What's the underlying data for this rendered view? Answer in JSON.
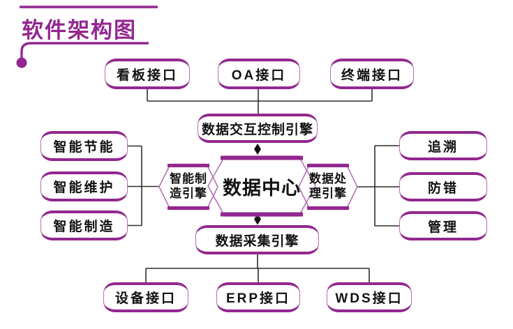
{
  "title": "软件架构图",
  "colors": {
    "purple": "#92278f",
    "light_purple": "#b472b2",
    "connector": "#2d2d2d",
    "arrow_black": "#111111",
    "text": "#111111"
  },
  "top_interfaces": [
    {
      "label": "看板接口"
    },
    {
      "label": "OA接口"
    },
    {
      "label": "终端接口"
    }
  ],
  "engines": {
    "interaction_control": "数据交互控制引擎",
    "data_collection": "数据采集引擎",
    "smart_manufacturing": {
      "line1": "智能制",
      "line2": "造引擎"
    },
    "data_processing": {
      "line1": "数据处",
      "line2": "理引擎"
    }
  },
  "data_center": "数据中心",
  "left_modules": [
    {
      "label": "智能节能"
    },
    {
      "label": "智能维护"
    },
    {
      "label": "智能制造"
    }
  ],
  "right_modules": [
    {
      "label": "追溯"
    },
    {
      "label": "防错"
    },
    {
      "label": "管理"
    }
  ],
  "bottom_interfaces": [
    {
      "label": "设备接口"
    },
    {
      "label": "ERP接口"
    },
    {
      "label": "WDS接口"
    }
  ]
}
